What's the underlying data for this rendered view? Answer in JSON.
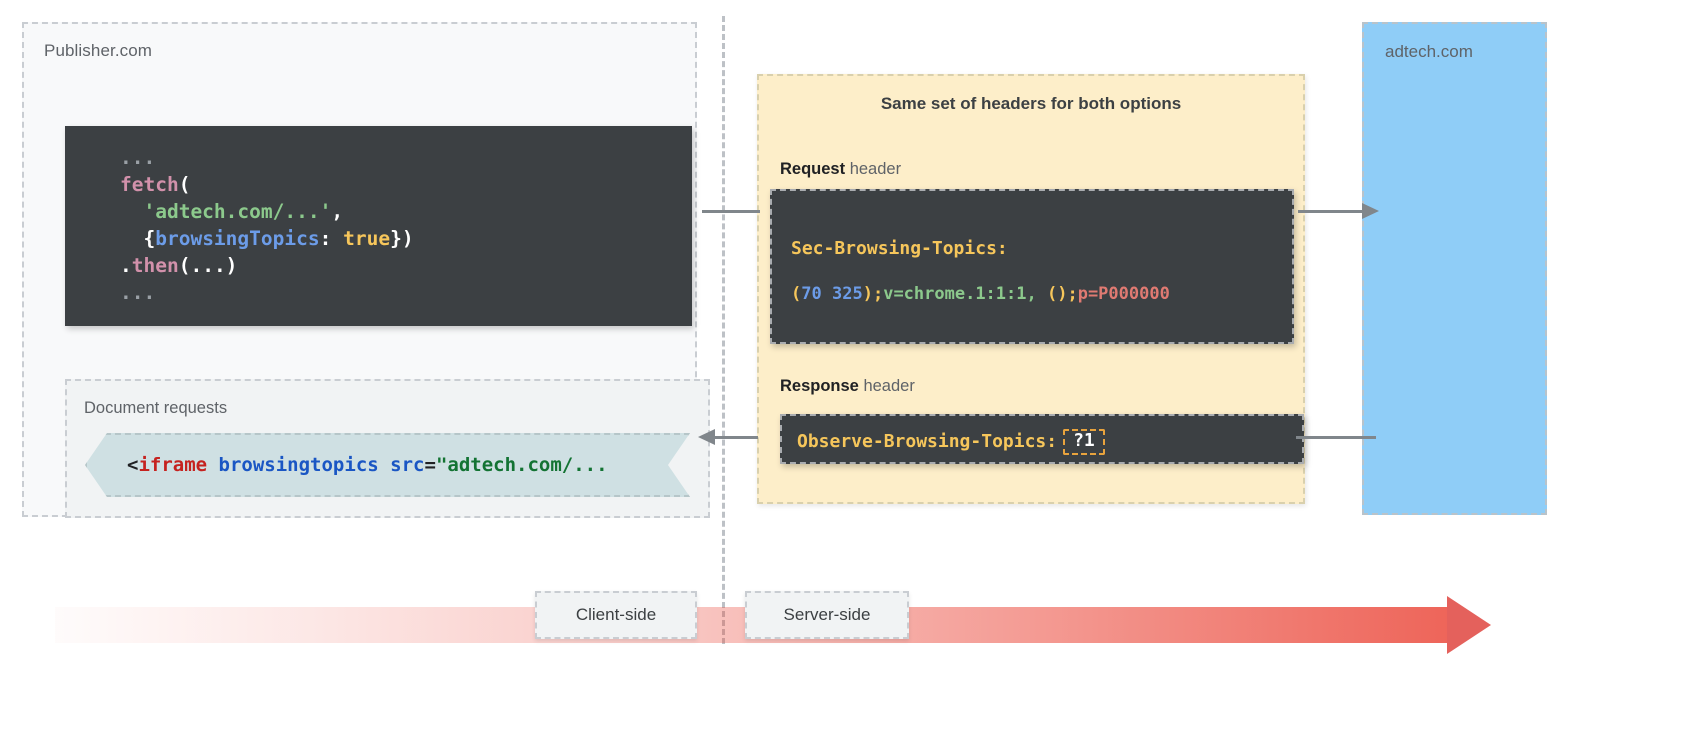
{
  "publisher": {
    "label": "Publisher.com",
    "code": {
      "line1_dots": "...",
      "fn": "fetch",
      "open_paren": "(",
      "url_string": "'adtech.com/...'",
      "comma": ",",
      "brace_open": "{",
      "option_key": "browsingTopics",
      "colon": ":",
      "option_value": "true",
      "brace_close": "})",
      "then_dot": ".",
      "then": "then",
      "then_args": "(...)",
      "line_last_dots": "..."
    },
    "document_requests": {
      "label": "Document requests",
      "markup": {
        "lt": "<",
        "tag": "iframe",
        "attr_boolean": "browsingtopics",
        "attr_name": "src",
        "equals": "=",
        "attr_value": "\"adtech.com/..."
      }
    }
  },
  "headers": {
    "title": "Same set of headers for both options",
    "request_caption_bold": "Request",
    "request_caption_rest": " header",
    "response_caption_bold": "Response",
    "response_caption_rest": " header",
    "request_header_name": "Sec-Browsing-Topics:",
    "request_header_value": {
      "paren_open": "(",
      "topic_1": "70",
      "space": " ",
      "topic_2": "325",
      "paren_close": ")",
      "semi_1": ";",
      "version": "v=chrome.1:1:1,",
      "empty_set": " ()",
      "semi_2": ";",
      "precision": "p=P000000"
    },
    "response_header_name": "Observe-Browsing-Topics:",
    "response_header_value": "?1"
  },
  "adtech": {
    "label": "adtech.com"
  },
  "timeline": {
    "client_label": "Client-side",
    "server_label": "Server-side"
  },
  "colors": {
    "publisher_panel_bg": "#f8f9fa",
    "headers_panel_bg": "#fdeec9",
    "adtech_panel_bg": "#8fcdf7",
    "code_bg": "#3c4043",
    "iframe_chip_bg": "#cfe0e3",
    "timeline_accent": "#e4615c",
    "connector": "#80868b",
    "header_name_accent": "#f6c65b"
  }
}
